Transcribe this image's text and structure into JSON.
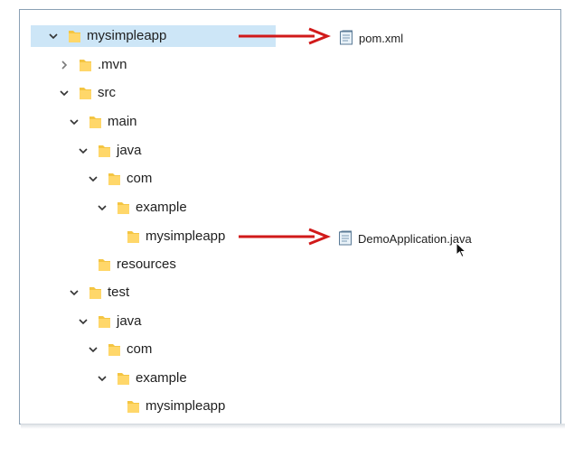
{
  "tree": {
    "items": [
      {
        "label": "mysimpleapp",
        "state": "expanded",
        "selected": true
      },
      {
        "label": ".mvn",
        "state": "collapsed"
      },
      {
        "label": "src",
        "state": "expanded"
      },
      {
        "label": "main",
        "state": "expanded"
      },
      {
        "label": "java",
        "state": "expanded"
      },
      {
        "label": "com",
        "state": "expanded"
      },
      {
        "label": "example",
        "state": "expanded"
      },
      {
        "label": "mysimpleapp",
        "state": "leaf"
      },
      {
        "label": "resources",
        "state": "leaf"
      },
      {
        "label": "test",
        "state": "expanded"
      },
      {
        "label": "java",
        "state": "expanded"
      },
      {
        "label": "com",
        "state": "expanded"
      },
      {
        "label": "example",
        "state": "expanded"
      },
      {
        "label": "mysimpleapp",
        "state": "leaf"
      }
    ]
  },
  "annotations": {
    "pom_file": "pom.xml",
    "demo_file": "DemoApplication.java",
    "arrow_color": "#d11a1a"
  },
  "colors": {
    "selection": "#cde6f7",
    "folder": "#f4c542"
  }
}
